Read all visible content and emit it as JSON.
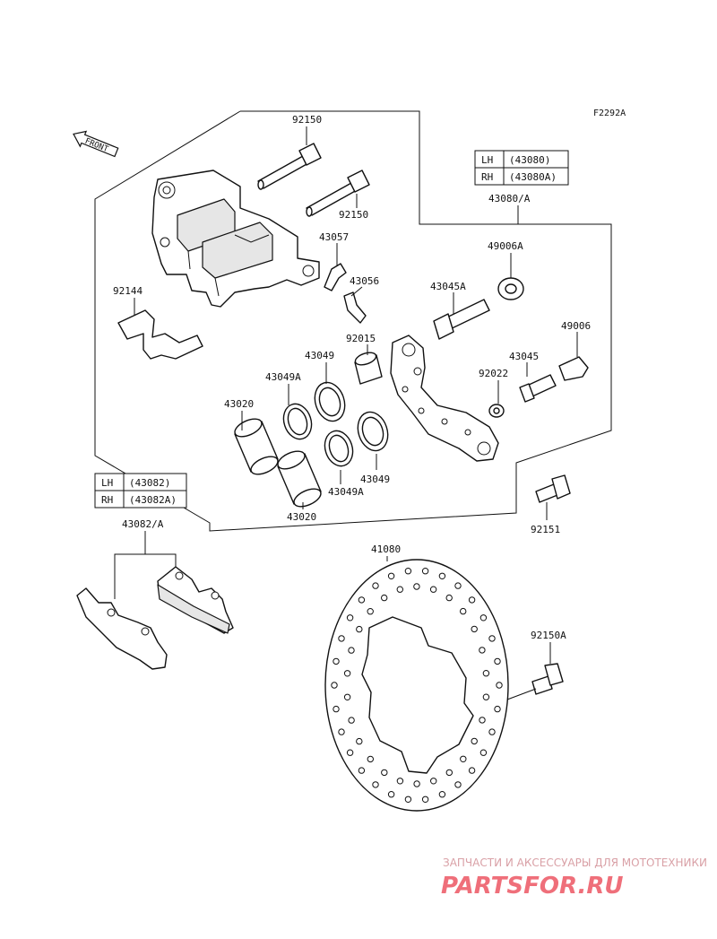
{
  "figure_ref": "F2292A",
  "front_label": "FRONT",
  "caliper_table": {
    "rows": [
      {
        "side": "LH",
        "part": "(43080)"
      },
      {
        "side": "RH",
        "part": "(43080A)"
      }
    ],
    "assembly_label": "43080/A"
  },
  "pad_table": {
    "rows": [
      {
        "side": "LH",
        "part": "(43082)"
      },
      {
        "side": "RH",
        "part": "(43082A)"
      }
    ],
    "assembly_label": "43082/A"
  },
  "parts": {
    "p92150_top": "92150",
    "p92150_mid": "92150",
    "p43057": "43057",
    "p43056": "43056",
    "p92144": "92144",
    "p49006A": "49006A",
    "p43045A": "43045A",
    "p49006": "49006",
    "p92015": "92015",
    "p43049_upper": "43049",
    "p43049A_upper": "43049A",
    "p43045": "43045",
    "p92022": "92022",
    "p43020_upper": "43020",
    "p43049_lower": "43049",
    "p43049A_lower": "43049A",
    "p43020_lower": "43020",
    "p92151": "92151",
    "p41080": "41080",
    "p92150A": "92150A"
  },
  "watermark": {
    "line1": "ЗАПЧАСТИ И АКСЕССУАРЫ ДЛЯ МОТОТЕХНИКИ",
    "line2": "PARTSFOR.RU"
  }
}
